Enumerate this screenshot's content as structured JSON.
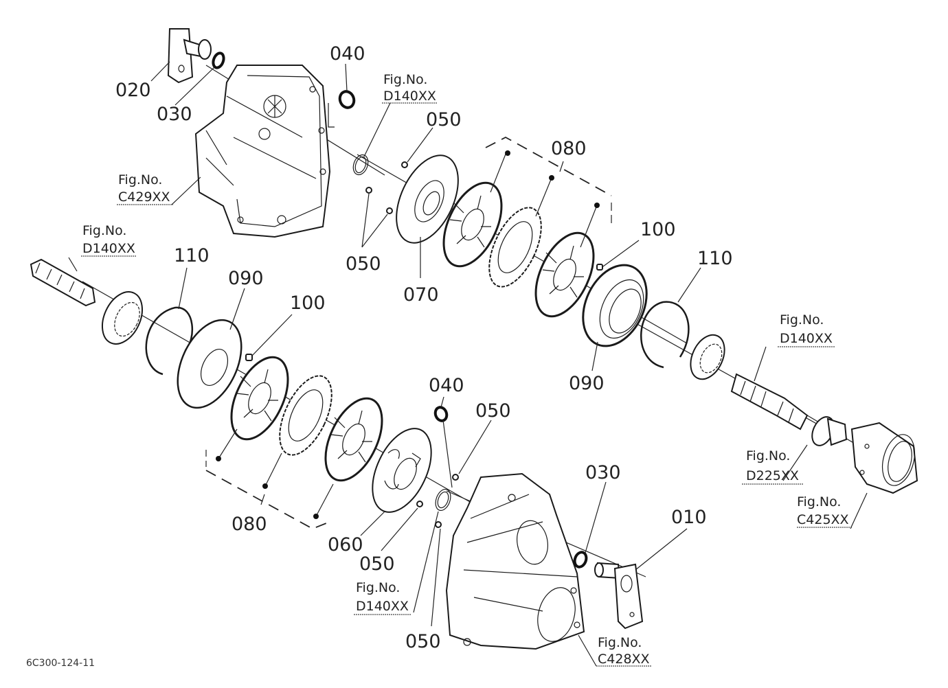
{
  "diagram": {
    "type": "exploded-parts-view",
    "drawing_code": "6C300-124-11",
    "part_labels": {
      "p010": "010",
      "p020": "020",
      "p030_top": "030",
      "p030_bottom": "030",
      "p040_top": "040",
      "p040_bottom": "040",
      "p050_top": "050",
      "p050_mid": "050",
      "p050_lower_right": "050",
      "p050_lower_mid": "050",
      "p050_bottom": "050",
      "p060": "060",
      "p070": "070",
      "p080_top": "080",
      "p080_bottom": "080",
      "p090_left": "090",
      "p090_right": "090",
      "p100_left": "100",
      "p100_right": "100",
      "p110_left": "110",
      "p110_right": "110"
    },
    "fig_refs": {
      "prefix": "Fig.No.",
      "d140_top": "D140XX",
      "c429": "C429XX",
      "d140_left": "D140XX",
      "d140_right": "D140XX",
      "d225": "D225XX",
      "c425": "C425XX",
      "d140_bottom": "D140XX",
      "c428": "C428XX"
    }
  }
}
